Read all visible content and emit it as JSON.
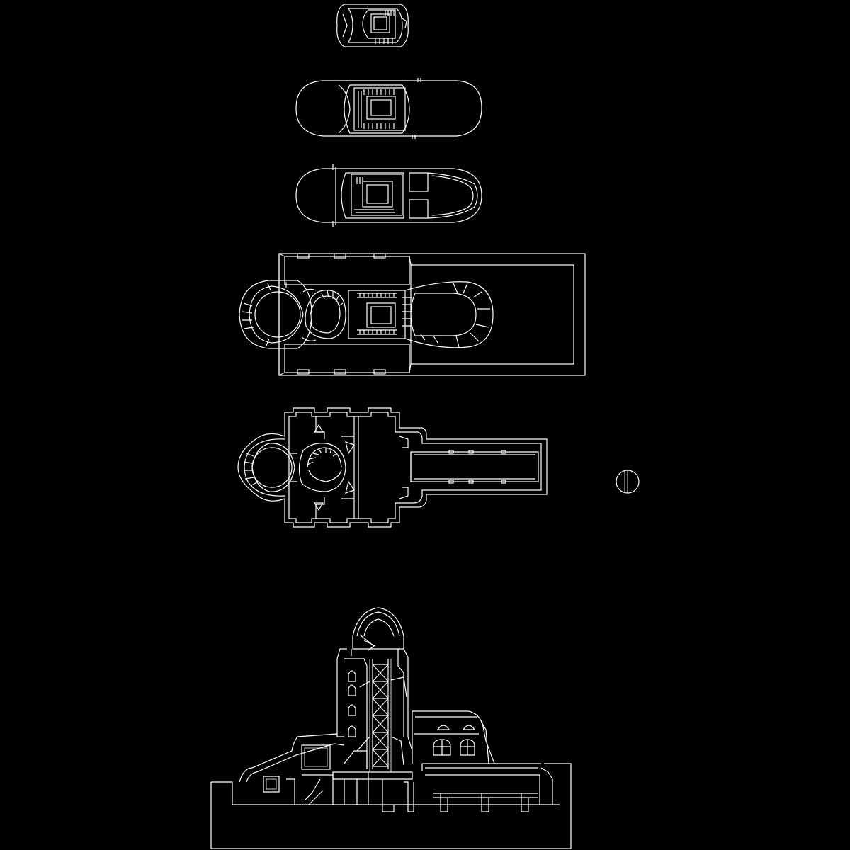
{
  "canvas": {
    "background": "#000000",
    "line_color": "#FFFFFF"
  },
  "drawings": [
    {
      "id": "plan-dome-level",
      "kind": "floor-plan"
    },
    {
      "id": "plan-upper-level",
      "kind": "floor-plan"
    },
    {
      "id": "plan-middle-level",
      "kind": "floor-plan"
    },
    {
      "id": "plan-roof-terrace-level",
      "kind": "floor-plan"
    },
    {
      "id": "plan-basement-level",
      "kind": "floor-plan"
    },
    {
      "id": "section-elevation",
      "kind": "section"
    },
    {
      "id": "north-arrow",
      "kind": "symbol"
    }
  ]
}
